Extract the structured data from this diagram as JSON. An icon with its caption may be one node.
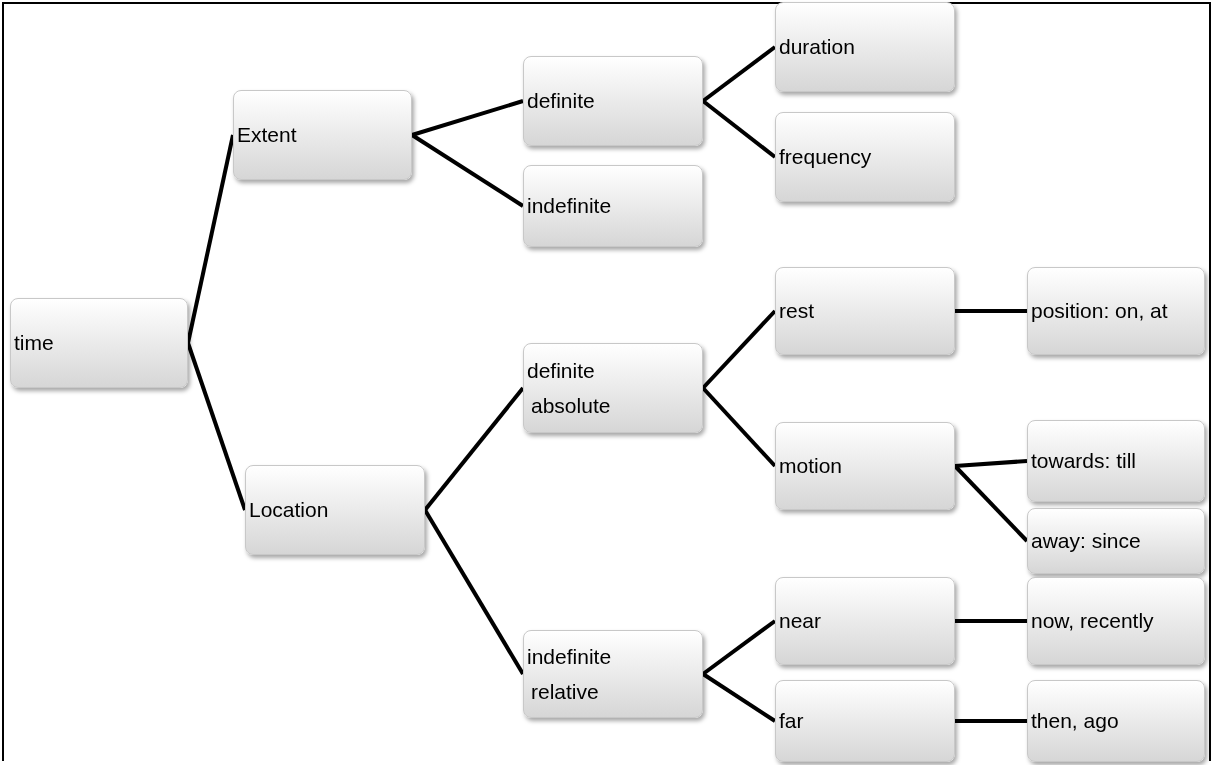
{
  "diagram": {
    "nodes": [
      {
        "text": [
          "time"
        ]
      },
      {
        "text": [
          "Extent"
        ]
      },
      {
        "text": [
          "Location"
        ]
      },
      {
        "text": [
          "definite"
        ]
      },
      {
        "text": [
          "indefinite"
        ]
      },
      {
        "text": [
          "duration"
        ]
      },
      {
        "text": [
          "frequency"
        ]
      },
      {
        "text": [
          "definite",
          "absolute"
        ]
      },
      {
        "text": [
          "indefinite",
          "relative"
        ]
      },
      {
        "text": [
          "rest"
        ]
      },
      {
        "text": [
          "motion"
        ]
      },
      {
        "text": [
          "position: on, at"
        ]
      },
      {
        "text": [
          "towards: till"
        ]
      },
      {
        "text": [
          "away: since"
        ]
      },
      {
        "text": [
          "near"
        ]
      },
      {
        "text": [
          "far"
        ]
      },
      {
        "text": [
          "now, recently"
        ]
      },
      {
        "text": [
          "then, ago"
        ]
      }
    ],
    "edges": [
      {
        "from": 0,
        "to": 1,
        "arrow": "none"
      },
      {
        "from": 0,
        "to": 2,
        "arrow": "none"
      },
      {
        "from": 1,
        "to": 3,
        "arrow": "none"
      },
      {
        "from": 1,
        "to": 4,
        "arrow": "none"
      },
      {
        "from": 3,
        "to": 5,
        "arrow": "none"
      },
      {
        "from": 3,
        "to": 6,
        "arrow": "none"
      },
      {
        "from": 2,
        "to": 7,
        "arrow": "none"
      },
      {
        "from": 2,
        "to": 8,
        "arrow": "none"
      },
      {
        "from": 7,
        "to": 9,
        "arrow": "none"
      },
      {
        "from": 7,
        "to": 10,
        "arrow": "none"
      },
      {
        "from": 9,
        "to": 11,
        "arrow": "none"
      },
      {
        "from": 10,
        "to": 12,
        "arrow": "none"
      },
      {
        "from": 10,
        "to": 13,
        "arrow": "none"
      },
      {
        "from": 8,
        "to": 14,
        "arrow": "none"
      },
      {
        "from": 8,
        "to": 15,
        "arrow": "none"
      },
      {
        "from": 14,
        "to": 16,
        "arrow": "none"
      },
      {
        "from": 15,
        "to": 17,
        "arrow": "none"
      }
    ]
  }
}
